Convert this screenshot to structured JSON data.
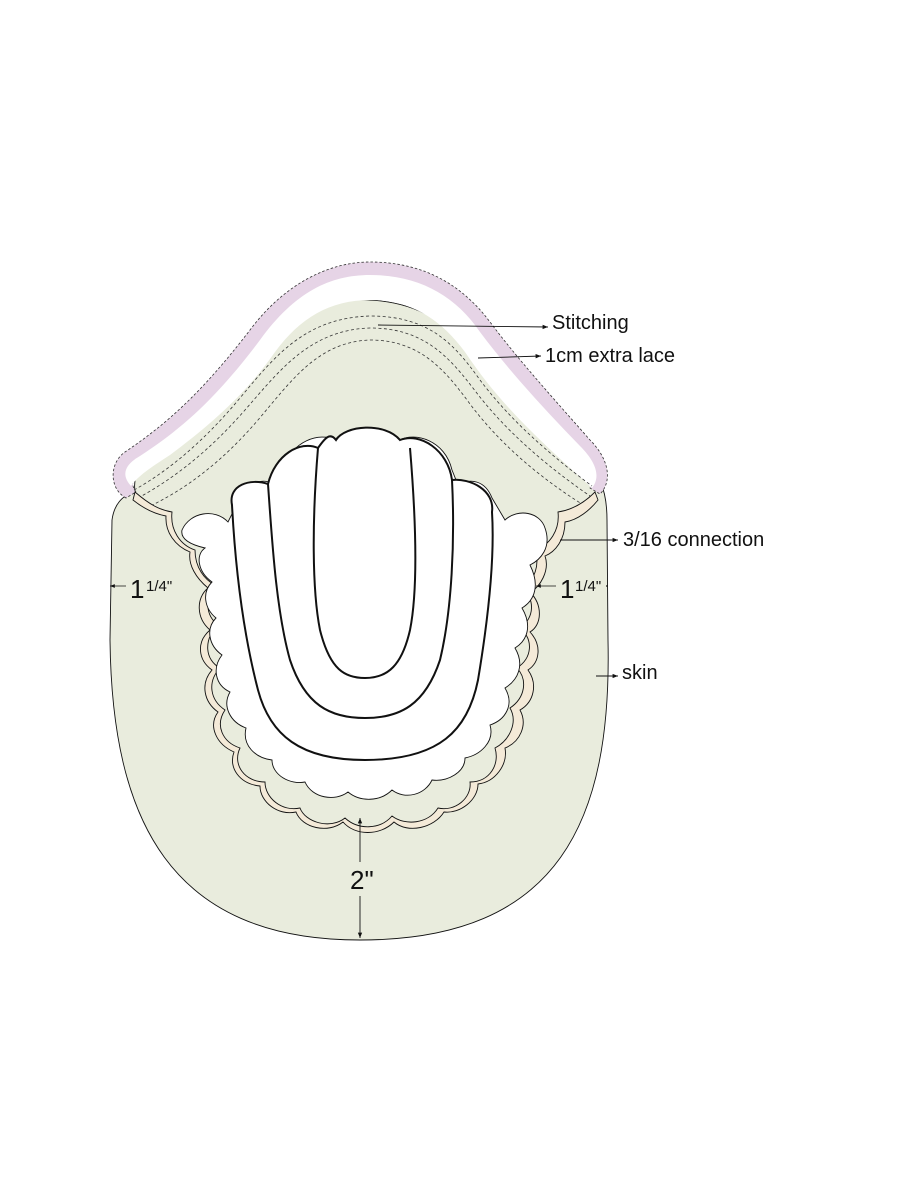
{
  "labels": {
    "stitching": "Stitching",
    "extra_lace": "1cm extra lace",
    "connection": "3/16 connection",
    "skin": "skin",
    "left_width_whole": "1",
    "left_width_frac": "1/4\"",
    "right_width_whole": "1",
    "right_width_frac": "1/4\"",
    "bottom_height": "2\""
  },
  "colors": {
    "skin": "#e9ecdd",
    "connection_band": "#f4ead8",
    "lace_outline": "#e6d4e6",
    "lace_inner": "#ffffff",
    "outline": "#111111"
  }
}
